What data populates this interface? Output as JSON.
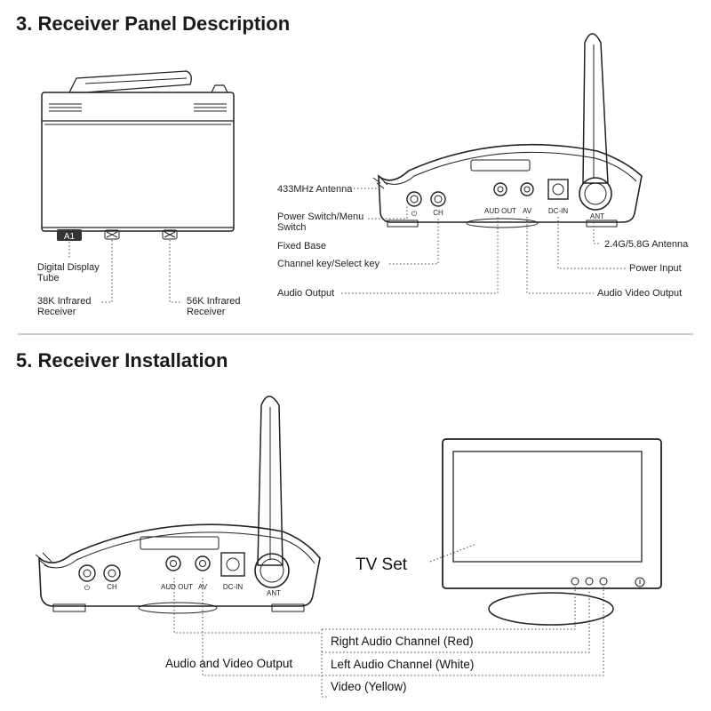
{
  "section3": {
    "title": "3. Receiver Panel Description",
    "display_text": "A1",
    "labels": {
      "digital_display_line1": "Digital Display",
      "digital_display_line2": "Tube",
      "ir38_line1": "38K Infrared",
      "ir38_line2": "Receiver",
      "ir56_line1": "56K Infrared",
      "ir56_line2": "Receiver",
      "antenna_433": "433MHz Antenna",
      "power_switch_line1": "Power Switch/Menu",
      "power_switch_line2": "Switch",
      "fixed_base": "Fixed Base",
      "channel_key": "Channel key/Select key",
      "audio_output": "Audio Output",
      "antenna_24": "2.4G/5.8G Antenna",
      "power_input": "Power Input",
      "av_output": "Audio Video Output"
    },
    "panel_marks": {
      "power": "⏻",
      "ch": "CH",
      "audio_out": "AUD OUT",
      "av": "AV",
      "dcin": "DC-IN",
      "ant": "ANT"
    }
  },
  "section5": {
    "title": "5. Receiver Installation",
    "tv_set": "TV Set",
    "av_output_label": "Audio and Video Output",
    "cables": [
      "Right Audio Channel (Red)",
      "Left Audio Channel (White)",
      "Video (Yellow)"
    ],
    "panel_marks": {
      "power": "⏻",
      "ch": "CH",
      "audio_out": "AUD OUT",
      "av": "AV",
      "dcin": "DC-IN",
      "ant": "ANT"
    }
  },
  "colors": {
    "text": "#1a1a1a",
    "line": "#222222",
    "display_bg": "#333333"
  }
}
